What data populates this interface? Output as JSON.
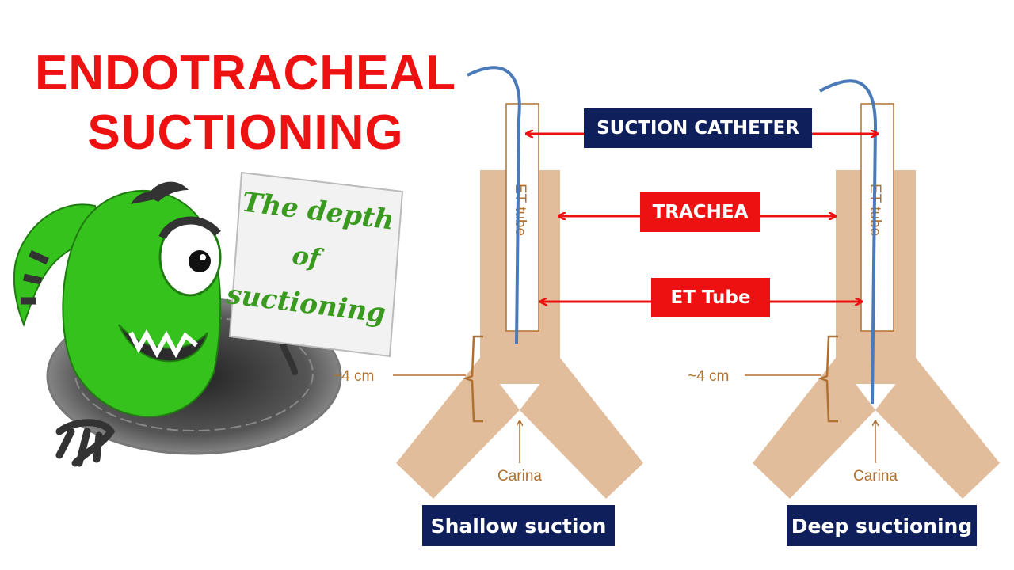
{
  "title": {
    "line1": "ENDOTRACHEAL",
    "line2": "SUCTIONING"
  },
  "sign": {
    "line1": "The depth",
    "line2": "of",
    "line3": "suctioning"
  },
  "callouts": {
    "suction_catheter": "SUCTION CATHETER",
    "trachea": "TRACHEA",
    "et_tube": "ET Tube"
  },
  "left_diagram": {
    "depth_label": "~4 cm",
    "carina_label": "Carina",
    "tube_label": "ET tube",
    "caption": "Shallow suction"
  },
  "right_diagram": {
    "depth_label": "~4 cm",
    "carina_label": "Carina",
    "tube_label": "ET tube",
    "caption": "Deep suctioning"
  },
  "colors": {
    "title_red": "#ee1111",
    "navy": "#0e1f5b",
    "trachea_tan": "#e2bd9b",
    "catheter_blue": "#4a7ab8",
    "label_brown": "#b07030",
    "monster_green": "#35c21c"
  }
}
